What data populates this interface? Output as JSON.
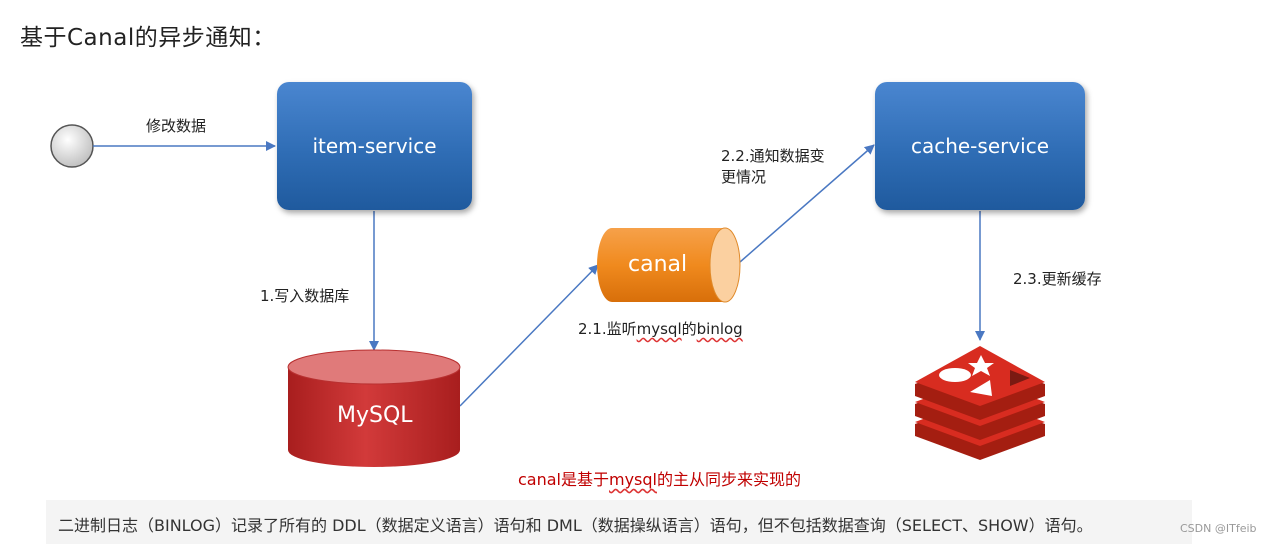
{
  "title": "基于Canal的异步通知：",
  "nodes": {
    "item_service": "item-service",
    "cache_service": "cache-service",
    "canal": "canal",
    "mysql": "MySQL"
  },
  "edges": {
    "modify_data": "修改数据",
    "write_db": "1.写入数据库",
    "listen_binlog_prefix": "2.1.监听",
    "listen_binlog_mysql": "mysql",
    "listen_binlog_mid": "的",
    "listen_binlog_binlog": "binlog",
    "notify_line1": "2.2.通知数据变",
    "notify_line2": "更情况",
    "update_cache": "2.3.更新缓存"
  },
  "red_note": {
    "prefix": "canal是基于",
    "mysql": "mysql",
    "suffix": "的主从同步来实现的"
  },
  "footer_note": "二进制日志（BINLOG）记录了所有的 DDL（数据定义语言）语句和 DML（数据操纵语言）语句，但不包括数据查询（SELECT、SHOW）语句。",
  "watermark": "CSDN @ITfeib",
  "colors": {
    "box_blue": "#2f6db5",
    "canal_orange": "#f28a1f",
    "mysql_red": "#c72b2b",
    "arrow": "#4a78c2",
    "redis_red": "#d82c20"
  },
  "icons": [
    "start-circle-icon",
    "redis-logo-icon"
  ]
}
